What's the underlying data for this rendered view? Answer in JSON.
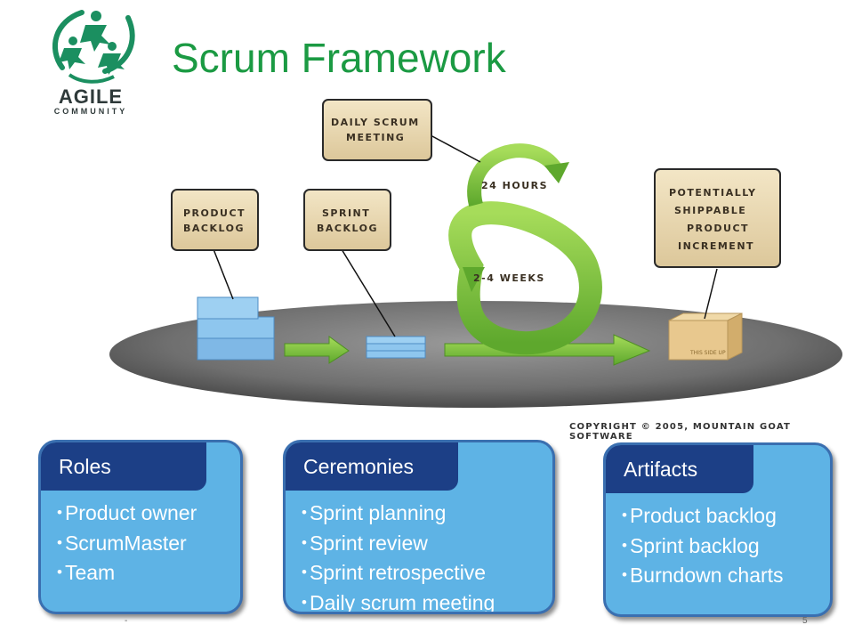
{
  "logo": {
    "word": "AGILE",
    "subword": "COMMUNITY"
  },
  "title": "Scrum Framework",
  "diagram": {
    "labels": {
      "product_backlog": [
        "PRODUCT",
        "BACKLOG"
      ],
      "sprint_backlog": [
        "SPRINT",
        "BACKLOG"
      ],
      "daily_scrum": [
        "DAILY SCRUM",
        "MEETING"
      ],
      "increment": [
        "POTENTIALLY",
        "SHIPPABLE",
        "PRODUCT",
        "INCREMENT"
      ],
      "hours": "24 HOURS",
      "weeks": "2-4 WEEKS",
      "box_stamp": "THIS SIDE UP"
    },
    "copyright": "COPYRIGHT © 2005, MOUNTAIN GOAT SOFTWARE"
  },
  "cards": {
    "roles": {
      "title": "Roles",
      "items": [
        "Product owner",
        "ScrumMaster",
        "Team"
      ]
    },
    "ceremonies": {
      "title": "Ceremonies",
      "items": [
        "Sprint planning",
        "Sprint review",
        "Sprint retrospective",
        "Daily scrum meeting"
      ]
    },
    "artifacts": {
      "title": "Artifacts",
      "items": [
        "Product backlog",
        "Sprint backlog",
        "Burndown charts"
      ]
    }
  },
  "footer": {
    "left": "-",
    "page": "5"
  },
  "colors": {
    "title": "#1b9a43",
    "card_fill": "#5eb3e5",
    "tab_fill": "#1c3f86",
    "arrow_green": "#7dc242"
  }
}
